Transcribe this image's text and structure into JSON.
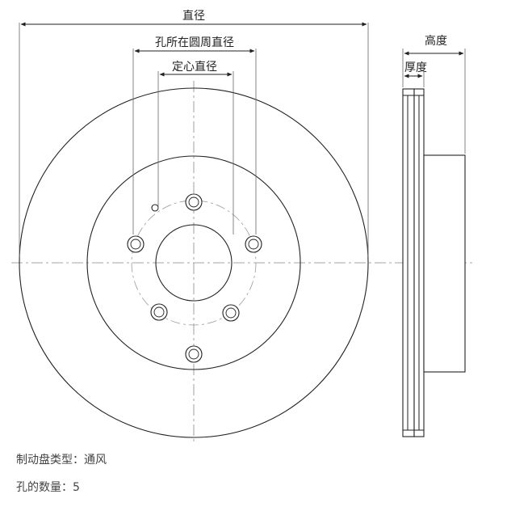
{
  "dimensions": {
    "diameter": "直径",
    "hole_circle_diameter": "孔所在圆周直径",
    "center_bore_diameter": "定心直径",
    "height": "高度",
    "thickness": "厚度"
  },
  "specs": {
    "disc_type_label": "制动盘类型：",
    "disc_type_value": "通风",
    "hole_count_label": "孔的数量：",
    "hole_count_value": "5"
  }
}
